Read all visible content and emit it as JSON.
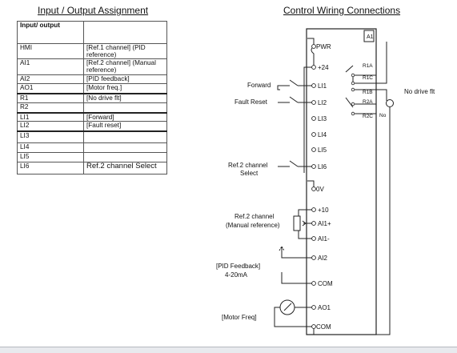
{
  "io_table": {
    "title": "Input / Output Assignment",
    "header": "Input/ output",
    "rows": [
      {
        "io": "HMI",
        "assignment": "[Ref.1 channel] (PID reference)"
      },
      {
        "io": "AI1",
        "assignment": "[Ref.2 channel] (Manual reference)"
      },
      {
        "io": "AI2",
        "assignment": "[PID feedback]"
      },
      {
        "io": "AO1",
        "assignment": "[Motor freq.]"
      },
      {
        "io": "R1",
        "assignment": "[No drive flt]"
      },
      {
        "io": "R2",
        "assignment": ""
      },
      {
        "io": "LI1",
        "assignment": "[Forward]"
      },
      {
        "io": "LI2",
        "assignment": "[Fault reset]"
      },
      {
        "io": "LI3",
        "assignment": ""
      },
      {
        "io": "LI4",
        "assignment": ""
      },
      {
        "io": "LI5",
        "assignment": ""
      },
      {
        "io": "LI6",
        "assignment": "Ref.2 channel Select"
      }
    ]
  },
  "wiring": {
    "title": "Control Wiring Connections",
    "module_label": "A1",
    "terminals": {
      "pwr": "PWR",
      "p24": "+24",
      "li1": "LI1",
      "li2": "LI2",
      "li3": "LI3",
      "li4": "LI4",
      "li5": "LI5",
      "li6": "LI6",
      "zero_v": "0V",
      "p10": "+10",
      "ai1p": "AI1+",
      "ai1m": "AI1-",
      "ai2": "AI2",
      "com1": "COM",
      "ao1": "AO1",
      "com2": "COM"
    },
    "relays": {
      "r1a": "R1A",
      "r1c": "R1C",
      "r1b": "R1B",
      "r2a": "R2A",
      "r2c": "R2C",
      "no": "No"
    },
    "labels": {
      "forward": "Forward",
      "fault_reset": "Fault Reset",
      "ref2_select_line1": "Ref.2 channel",
      "ref2_select_line2": "Select",
      "ref2_manual_line1": "Ref.2 channel",
      "ref2_manual_line2": "(Manual reference)",
      "pid_line1": "[PID Feedback]",
      "pid_line2": "4-20mA",
      "motor_freq": "[Motor Freq]",
      "no_drive_flt": "No drive flt"
    }
  }
}
